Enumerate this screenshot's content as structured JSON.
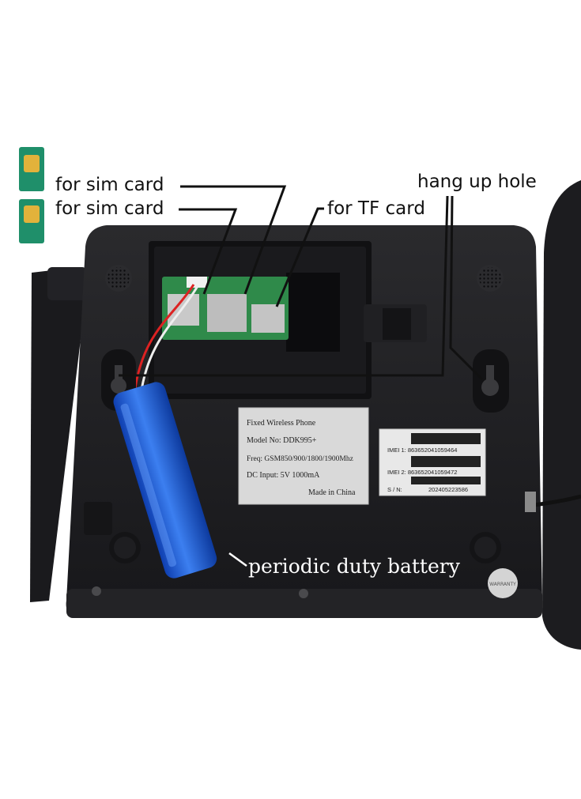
{
  "callouts": {
    "sim1": "for sim card",
    "sim2": "for sim card",
    "tf": "for TF card",
    "hang": "hang up hole",
    "battery": "periodic duty battery"
  },
  "product_label": {
    "title": "Fixed Wireless Phone",
    "model": "Model  No:  DDK995+",
    "freq": "Freq:  GSM850/900/1800/1900Mhz",
    "dc": "DC  Input:  5V   1000mA",
    "origin": "Made in China"
  },
  "imei_label": {
    "imei1": "IMEI 1:  863652041059464",
    "imei2": "IMEI 2:  863652041059472",
    "sn_key": "S / N:",
    "sn": "202405223586"
  },
  "warranty_sticker": "WARRANTY",
  "colors": {
    "phone_body": "#1f1f21",
    "battery": "#1e5fd6",
    "sim_green": "#1f8f6a",
    "sim_chip": "#e2b23b",
    "pcb_green": "#2f8a4a"
  }
}
